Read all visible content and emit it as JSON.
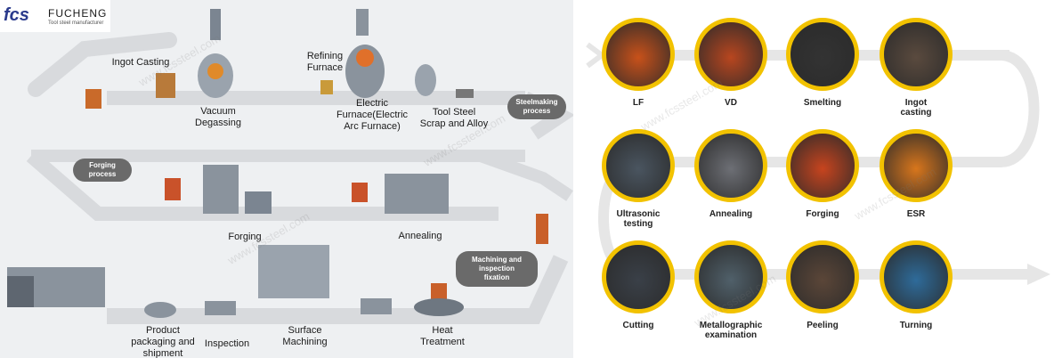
{
  "brand": {
    "mark": "fcs",
    "name": "FUCHENG",
    "tagline": "Tool steel manufacturer"
  },
  "watermark": "www.fcssteel.com",
  "left_labels": {
    "ingot_casting": "Ingot Casting",
    "vacuum_degassing": "Vacuum\nDegassing",
    "refining_furnace": "Refining\nFurnace",
    "electric_furnace": "Electric\nFurnace(Electric\nArc Furnace)",
    "tool_steel_scrap": "Tool Steel\nScrap and Alloy",
    "forging": "Forging",
    "annealing": "Annealing",
    "product_packaging": "Product\npackaging and\nshipment",
    "inspection": "Inspection",
    "surface_machining": "Surface\nMachining",
    "heat_treatment": "Heat\nTreatment"
  },
  "pills": {
    "steelmaking": "Steelmaking\nprocess",
    "forging_process": "Forging\nprocess",
    "machining": "Machining and\ninspection\nfixation"
  },
  "steps": [
    {
      "label": "LF",
      "icon": "ladle-furnace-photo",
      "color": "#c8511a"
    },
    {
      "label": "VD",
      "icon": "vacuum-degassing-photo",
      "color": "#b8461f"
    },
    {
      "label": "Smelting",
      "icon": "smelting-photo",
      "color": "#333333"
    },
    {
      "label": "Ingot\ncasting",
      "icon": "ingot-casting-photo",
      "color": "#5a4a3e"
    },
    {
      "label": "Ultrasonic\ntesting",
      "icon": "ultrasonic-testing-photo",
      "color": "#4a5560"
    },
    {
      "label": "Annealing",
      "icon": "annealing-photo",
      "color": "#6d6f75"
    },
    {
      "label": "Forging",
      "icon": "forging-photo",
      "color": "#c7441e"
    },
    {
      "label": "ESR",
      "icon": "esr-photo",
      "color": "#d8761c"
    },
    {
      "label": "Cutting",
      "icon": "cutting-photo",
      "color": "#3a4048"
    },
    {
      "label": "Metallographic\nexamination",
      "icon": "metallographic-photo",
      "color": "#50606a"
    },
    {
      "label": "Peeling",
      "icon": "peeling-photo",
      "color": "#5b4638"
    },
    {
      "label": "Turning",
      "icon": "turning-photo",
      "color": "#2e6b9a"
    }
  ]
}
